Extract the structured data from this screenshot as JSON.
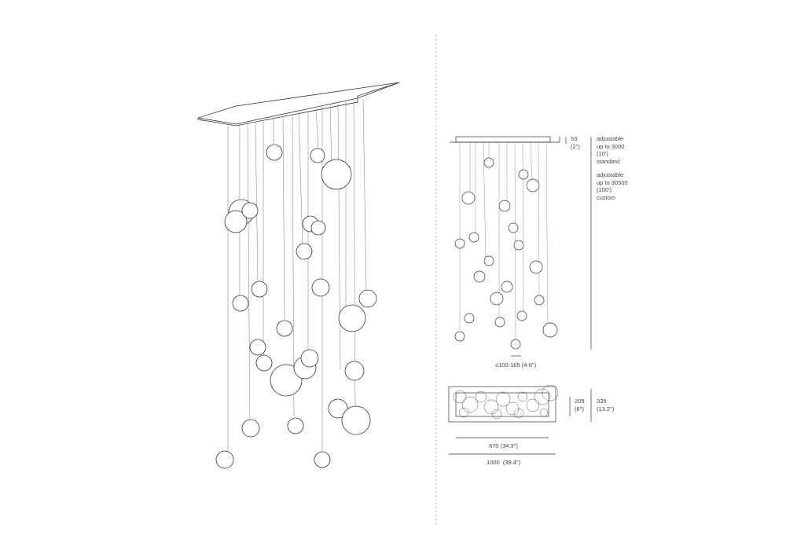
{
  "dimensions": {
    "canopy_height": "53",
    "canopy_height_in": "(2\")",
    "standard_length": [
      "adjustable",
      "up to 3000",
      "(10')",
      "standard"
    ],
    "custom_length": [
      "adjustable",
      "up to 30500",
      "(100')",
      "custom"
    ],
    "sphere_spacing": "±100-165 (4-6\")",
    "plan_depth": "205",
    "plan_depth_in": "(8\")",
    "total_depth": "335",
    "total_depth_in": "(13.2\")",
    "canopy_width": "870 (34.3\")",
    "total_width": "1000  (39.4\")"
  },
  "colors": {
    "line": "#333333",
    "divider": "#999999"
  }
}
